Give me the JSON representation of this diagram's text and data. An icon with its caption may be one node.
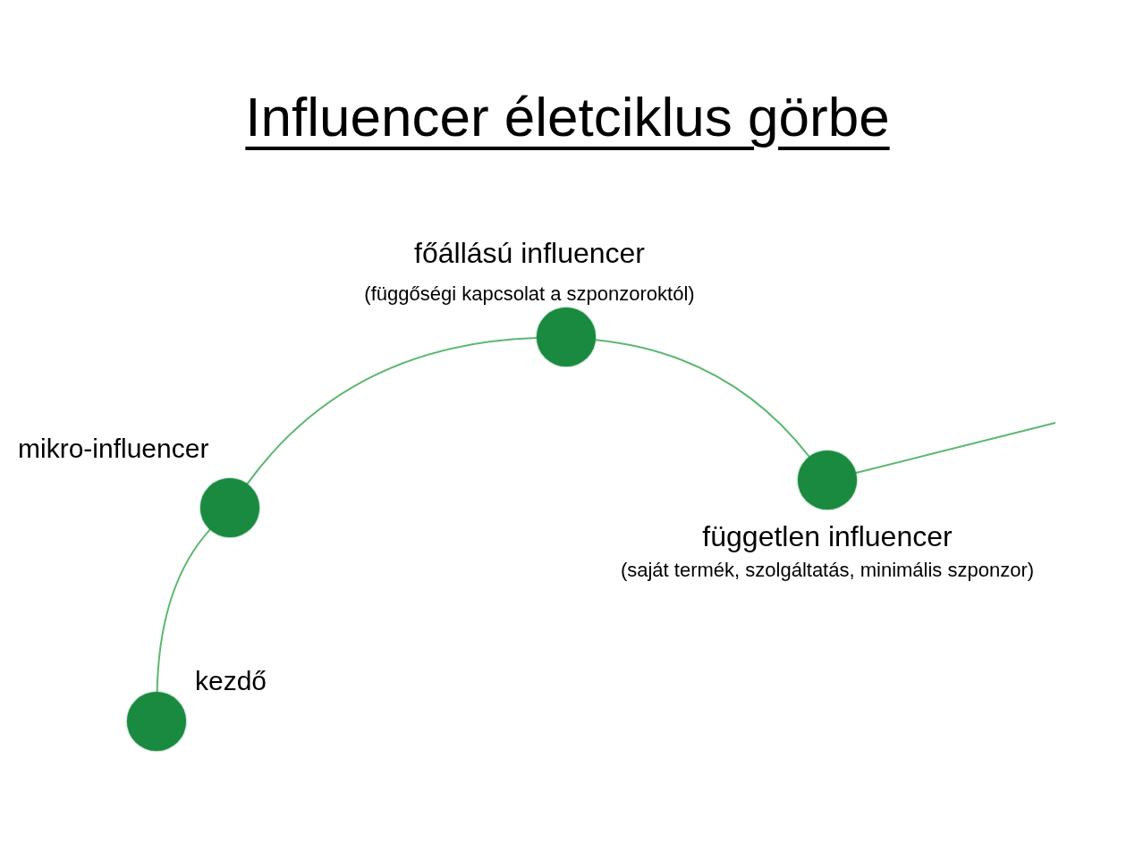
{
  "diagram": {
    "title": "Influencer életciklus görbe",
    "nodes": [
      {
        "text": [],
        "shape": "circle",
        "beside": [
          "kezdő"
        ]
      },
      {
        "text": [],
        "shape": "circle",
        "beside": [
          "mikro-influencer"
        ]
      },
      {
        "text": [],
        "shape": "circle",
        "beside": [
          "főállású influencer",
          "(függőségi kapcsolat a szponzoroktól)"
        ]
      },
      {
        "text": [],
        "shape": "circle",
        "beside": [
          "független influencer",
          "(saját termék, szolgáltatás, minimális szponzor)"
        ]
      }
    ],
    "edges": [
      {
        "from": 0,
        "to": 1,
        "arrow": "none"
      },
      {
        "from": 1,
        "to": 2,
        "arrow": "none"
      },
      {
        "from": 2,
        "to": 3,
        "arrow": "none"
      },
      {
        "from": 3,
        "to": null,
        "arrow": "none"
      }
    ]
  }
}
